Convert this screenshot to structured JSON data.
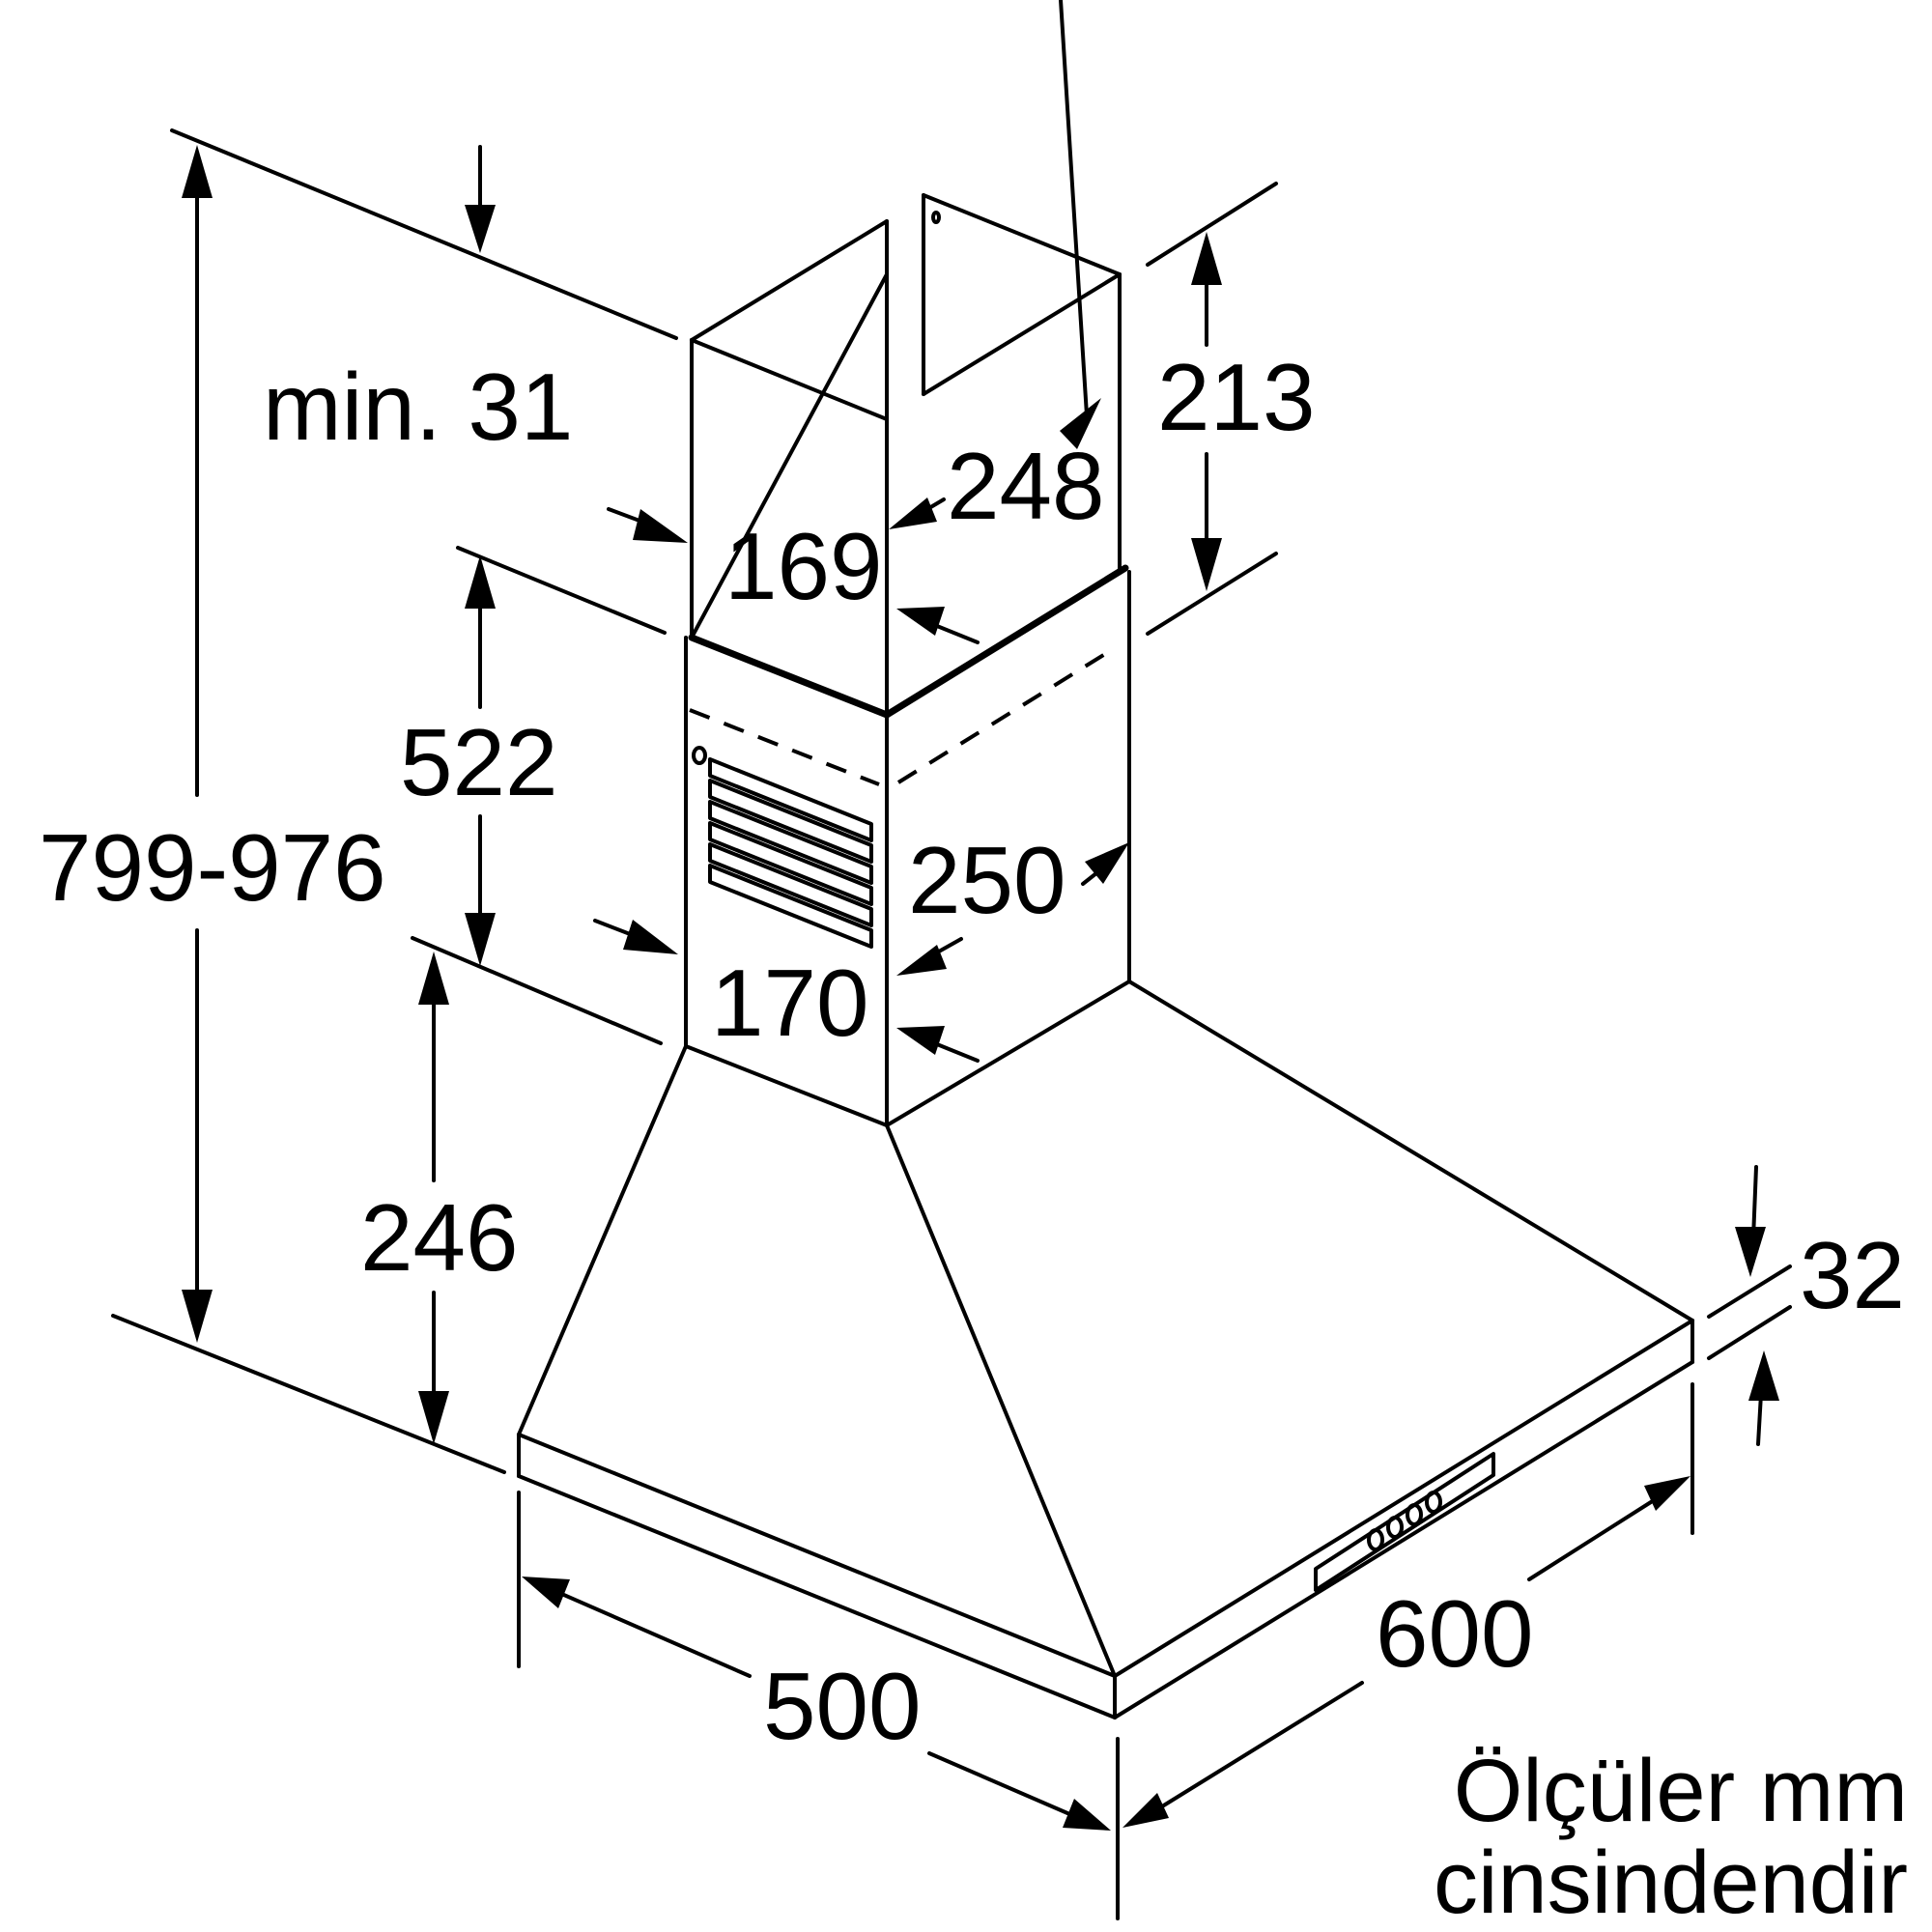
{
  "dimensions": {
    "min_gap": "min. 31",
    "total_height": "799-976",
    "upper_chimney_height": "213",
    "upper_chimney_depth": "248",
    "upper_chimney_width": "169",
    "lower_chimney_height": "522",
    "lower_chimney_depth": "250",
    "lower_chimney_width": "170",
    "canopy_height": "246",
    "edge_thickness": "32",
    "hood_depth": "500",
    "hood_width": "600"
  },
  "units_note": {
    "line1": "Ölçüler mm",
    "line2": "cinsindendir"
  }
}
